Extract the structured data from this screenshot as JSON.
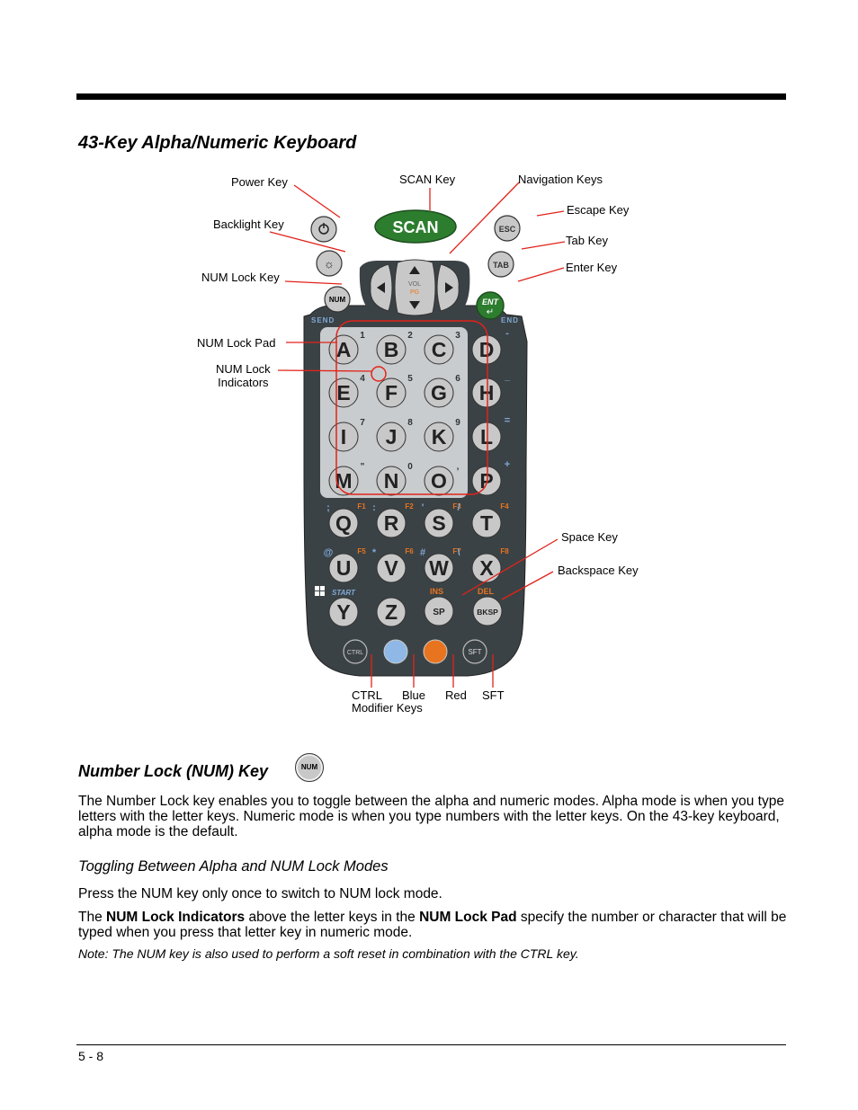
{
  "section_title": "43-Key Alpha/Numeric Keyboard",
  "callouts": {
    "power_key": "Power Key",
    "scan_key": "SCAN Key",
    "navigation_keys": "Navigation Keys",
    "escape_key": "Escape Key",
    "backlight_key": "Backlight Key",
    "tab_key": "Tab Key",
    "num_lock_key": "NUM Lock Key",
    "enter_key": "Enter Key",
    "num_lock_pad": "NUM Lock Pad",
    "num_lock_indicators": "NUM Lock\nIndicators",
    "space_key": "Space Key",
    "backspace_key": "Backspace Key",
    "ctrl": "CTRL",
    "modifier_keys": "Modifier Keys",
    "blue": "Blue",
    "red": "Red",
    "sft": "SFT"
  },
  "keyboard": {
    "scan": "SCAN",
    "esc": "ESC",
    "tab": "TAB",
    "num": "NUM",
    "ent": "ENT",
    "vol": "VOL",
    "pg": "PG",
    "send": "SEND",
    "end": "END",
    "start": "START",
    "ins": "INS",
    "del": "DEL",
    "sp": "SP",
    "bksp": "BKSP",
    "ctrl": "CTRL",
    "sft": "SFT",
    "letters": [
      "A",
      "B",
      "C",
      "D",
      "E",
      "F",
      "G",
      "H",
      "I",
      "J",
      "K",
      "L",
      "M",
      "N",
      "O",
      "P",
      "Q",
      "R",
      "S",
      "T",
      "U",
      "V",
      "W",
      "X",
      "Y",
      "Z"
    ],
    "num_indicators": [
      "1",
      "2",
      "3",
      "4",
      "5",
      "6",
      "7",
      "8",
      "9",
      "\"",
      "0",
      ","
    ],
    "right_symbols": [
      "-",
      "_",
      "=",
      "+"
    ],
    "f_keys": [
      "F1",
      "F2",
      "F3",
      "F4",
      "F5",
      "F6",
      "F7",
      "F8"
    ],
    "row4_symbols": [
      ";",
      ":",
      "'",
      "/"
    ],
    "row5_symbols": [
      "@",
      "*",
      "#",
      "\\"
    ],
    "colors": {
      "body": "#3b4245",
      "pad": "#c9ccce",
      "blue_key": "#8fb8e6",
      "red_key": "#e8741f",
      "scan_green": "#2d7d2f",
      "fkey_orange": "#e8741f",
      "label_blue": "#7fa8d6",
      "callout_red": "#e2231a"
    }
  },
  "subsection_title": "Number Lock (NUM) Key",
  "num_icon_label": "NUM",
  "paragraph1": "The Number Lock key enables you to toggle between the alpha and numeric modes. Alpha mode is when you type letters with the letter keys. Numeric mode is when you type numbers with the letter keys. On the 43-key keyboard, alpha mode is the default.",
  "subheading": "Toggling Between Alpha and NUM Lock Modes",
  "paragraph2": "Press the NUM key only once to switch to NUM lock mode.",
  "paragraph3": {
    "t1": "The ",
    "b1": "NUM Lock Indicators",
    "t2": " above the letter keys in the ",
    "b2": "NUM Lock Pad",
    "t3": " specify the number or character that will be typed when you press that letter key in numeric mode."
  },
  "note": "Note:  The NUM key is also used to perform a soft reset in combination with the CTRL key.",
  "page_number": "5 - 8"
}
